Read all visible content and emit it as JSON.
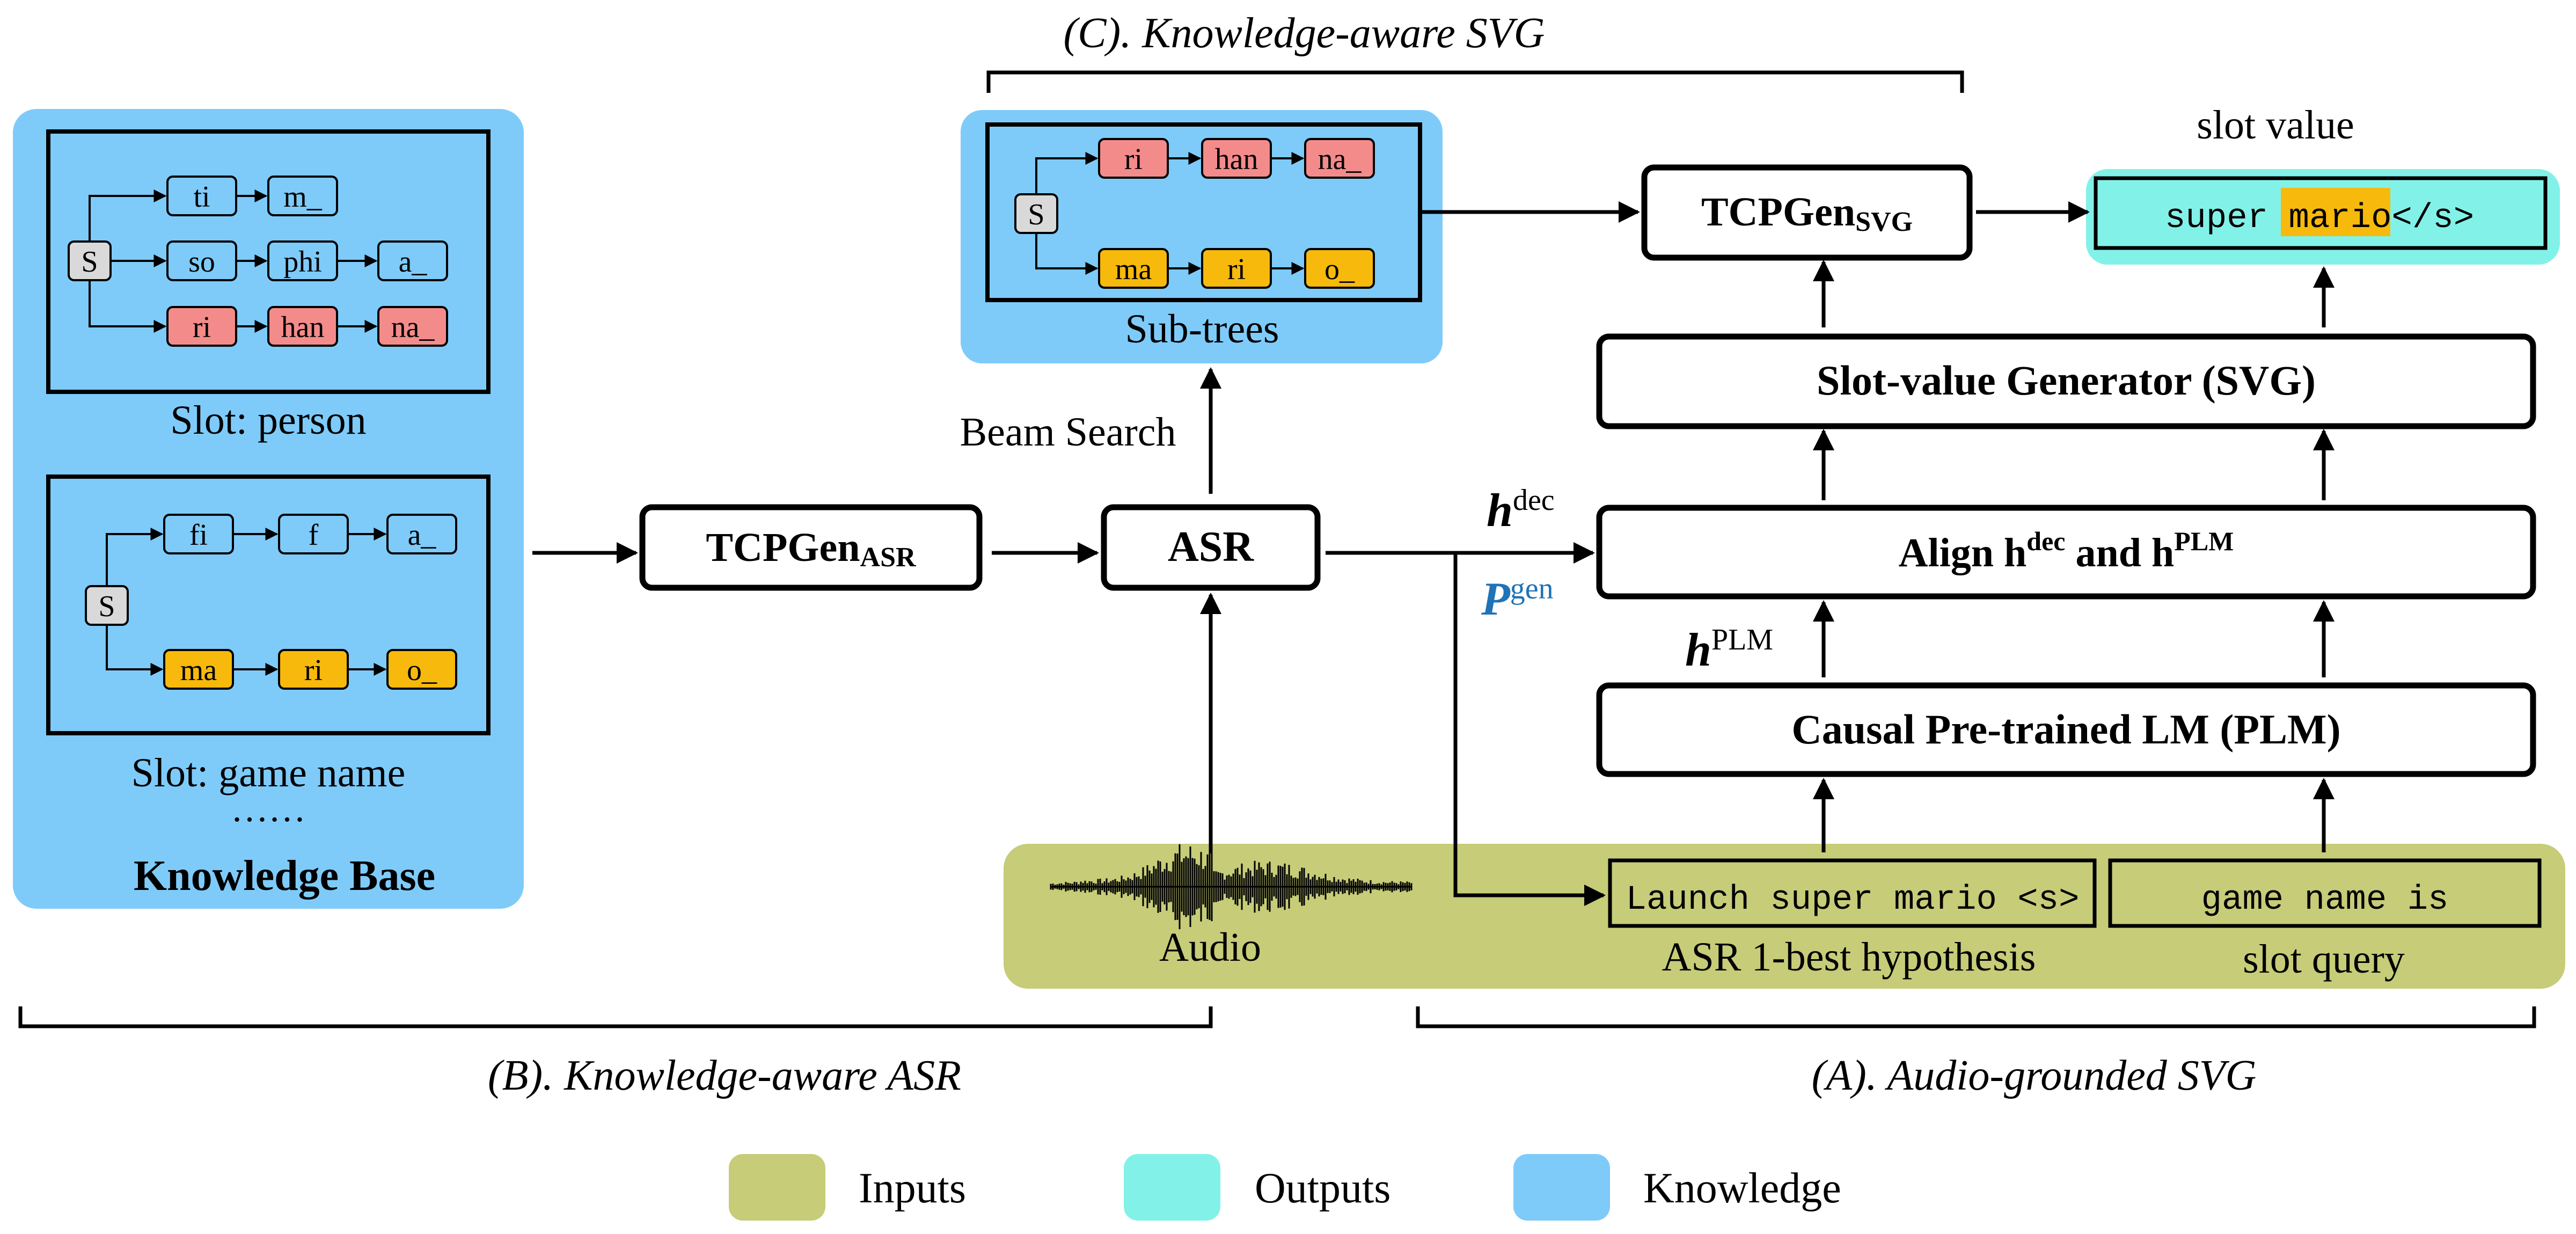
{
  "colors": {
    "inputs": "#c6cc78",
    "outputs": "#82f2e8",
    "knowledge": "#7ecbfa",
    "trie_gray": "#d9d9d9",
    "trie_red": "#f48b8b",
    "trie_orange": "#f7b90b",
    "highlight": "#f7b90b",
    "p_gen": "#1f73b7"
  },
  "knowledge_base": {
    "title": "Knowledge Base",
    "ellipsis": "……",
    "slots": [
      {
        "label": "Slot: person",
        "root": "S",
        "rows": [
          [
            "ti",
            "m_"
          ],
          [
            "so",
            "phi",
            "a_"
          ],
          [
            "ri",
            "han",
            "na_"
          ]
        ]
      },
      {
        "label": "Slot: game name",
        "root": "S",
        "rows": [
          [
            "fi",
            "f",
            "a_"
          ],
          [
            "ma",
            "ri",
            "o_"
          ]
        ]
      }
    ]
  },
  "section_c": {
    "title": "(C). Knowledge-aware SVG",
    "subtrees": {
      "label": "Sub-trees",
      "root": "S",
      "rows": [
        [
          "ri",
          "han",
          "na_"
        ],
        [
          "ma",
          "ri",
          "o_"
        ]
      ]
    }
  },
  "blocks": {
    "tcpgen_asr": {
      "main": "TCPGen",
      "sub": "ASR"
    },
    "asr": "ASR",
    "beam_search": "Beam Search",
    "tcpgen_svg": {
      "main": "TCPGen",
      "sub": "SVG"
    },
    "svg": "Slot-value Generator (SVG)",
    "align": {
      "prefix": "Align h",
      "sup1": "dec",
      "middle": " and h",
      "sup2": "PLM"
    },
    "plm": "Causal Pre-trained LM (PLM)"
  },
  "labels": {
    "h_dec": {
      "base": "h",
      "sup": "dec"
    },
    "p_gen": {
      "base": "P",
      "sup": "gen"
    },
    "h_plm": {
      "base": "h",
      "sup": "PLM"
    }
  },
  "outputs": {
    "title": "slot value",
    "value_prefix": "super ",
    "value_highlight": "mario",
    "value_suffix": "</s>"
  },
  "inputs": {
    "audio": "Audio",
    "hypothesis": {
      "text": "Launch super mario <s>",
      "caption": "ASR 1-best hypothesis"
    },
    "query": {
      "text": "game name is",
      "caption": "slot query"
    }
  },
  "sections": {
    "b": "(B). Knowledge-aware ASR",
    "a": "(A). Audio-grounded SVG"
  },
  "legend": [
    {
      "label": "Inputs",
      "color": "#c6cc78"
    },
    {
      "label": "Outputs",
      "color": "#82f2e8"
    },
    {
      "label": "Knowledge",
      "color": "#7ecbfa"
    }
  ]
}
